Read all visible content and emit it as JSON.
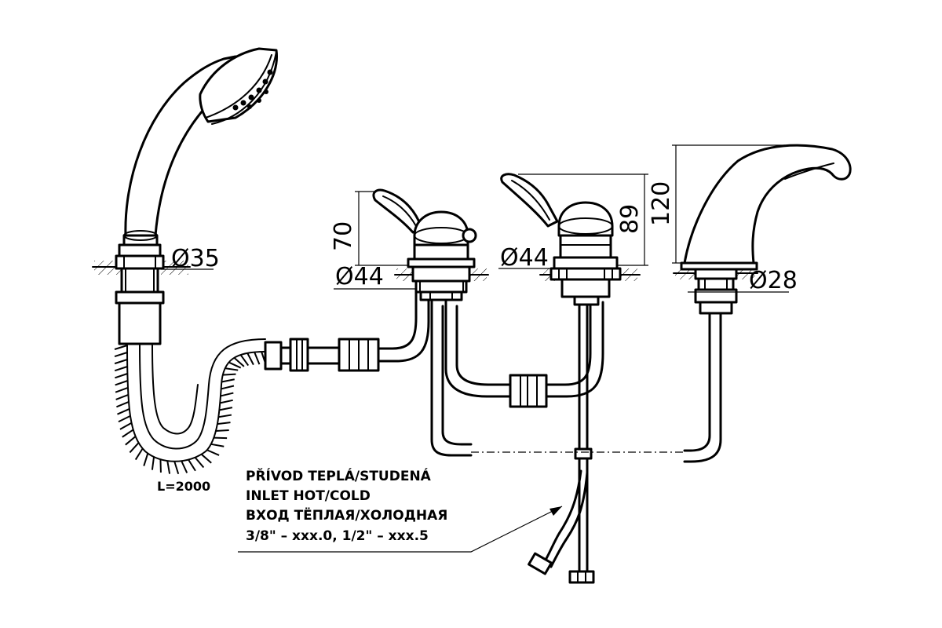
{
  "dimensions": {
    "shower_diameter": "Ø35",
    "mixer_left_diameter": "Ø44",
    "mixer_right_diameter": "Ø44",
    "spout_diameter": "Ø28",
    "mixer_left_height": "70",
    "mixer_right_height": "89",
    "spout_height": "120"
  },
  "hose_length": "L=2000",
  "note": {
    "line1": "PŘÍVOD TEPLÁ/STUDENÁ",
    "line2": "INLET HOT/COLD",
    "line3": "ВХОД ТЁПЛАЯ/ХОЛОДНАЯ",
    "line4": "3/8\" – xxx.0, 1/2\" – xxx.5"
  }
}
